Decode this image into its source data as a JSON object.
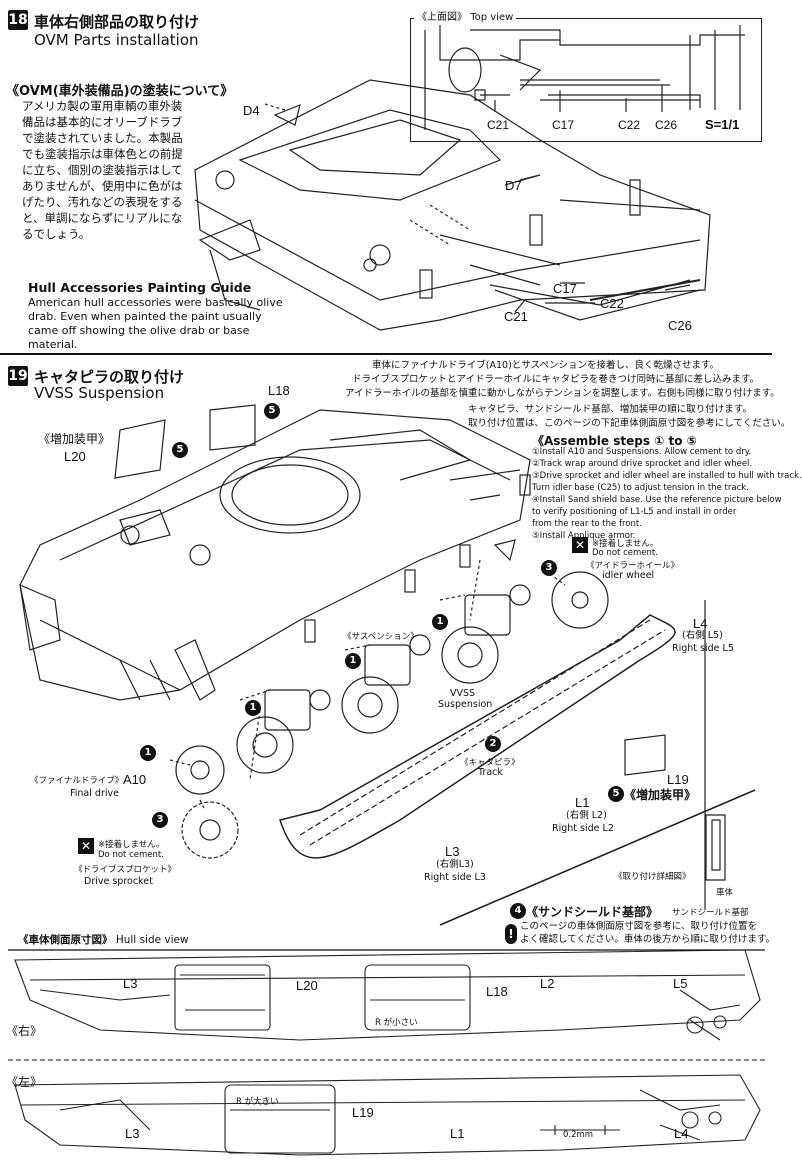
{
  "step18": {
    "number": "18",
    "title_jp": "車体右側部品の取り付け",
    "title_en": "OVM Parts installation",
    "ovm_heading_jp": "《OVM(車外装備品)の塗装について》",
    "ovm_text_jp": "アメリカ製の軍用車輌の車外装備品は基本的にオリーブドラブで塗装されていました。本製品でも塗装指示は車体色との前提に立ち、個別の塗装指示はしてありませんが、使用中に色がはげたり、汚れなどの表現をすると、単調にならずにリアルになるでしょう。",
    "guide_title_en": "Hull Accessories Painting Guide",
    "guide_text_en": "American hull accessories were basically olive drab. Even when painted the paint usually came off showing the olive drab or base material.",
    "topview_label_jp": "《上面図》",
    "topview_label_en": "Top view",
    "topview_parts": [
      "C21",
      "C17",
      "C22",
      "C26"
    ],
    "scale": "S=1/1",
    "part_labels": {
      "d4": "D4",
      "d7": "D7",
      "c17": "C17",
      "c22": "C22",
      "c21": "C21",
      "c26": "C26"
    }
  },
  "step19": {
    "number": "19",
    "title_jp": "キャタピラの取り付け",
    "title_en": "VVSS Suspension",
    "intro_jp": [
      "車体にファイナルドライブ(A10)とサスペンションを接着し、良く乾燥させます。",
      "ドライブスプロケットとアイドラーホイルにキャタピラを巻きつけ同時に基部に差し込みます。",
      "アイドラーホイルの基部を慎重に動かしながらテンションを調整します。右側も同様に取り付けます。"
    ],
    "intro2_jp": [
      "キャタピラ、サンドシールド基部、増加装甲の順に取り付けます。",
      "取り付け位置は、このページの下記車体側面原寸図を参考にしてください。"
    ],
    "assemble_heading": "《Assemble steps ① to ⑤",
    "assemble_steps": [
      "①Install A10 and Suspensions. Allow cement to dry.",
      "②Track wrap around drive sprocket and idler wheel.",
      "③Drive sprocket and idler wheel are installed to hull with track.",
      "   Turn idler base (C25) to adjust tension in the track.",
      "④Install Sand shield base. Use the reference picture below",
      "   to verify positioning of L1-L5 and install in order",
      "   from the rear to the front.",
      "⑤Install Applique armor."
    ],
    "labels": {
      "applique_jp": "《増加装甲》",
      "l20": "L20",
      "l18": "L18",
      "nocement_jp": "※接着しません。",
      "nocement_en": "Do not cement.",
      "idler_jp": "《アイドラーホイール》",
      "idler_en": "idler wheel",
      "l4": "L4",
      "l4_right_jp": "(右側 L5)",
      "l4_right_en": "Right side L5",
      "suspension_jp": "《サスペンション》",
      "vvss": "VVSS",
      "suspension_en": "Suspension",
      "track_jp": "《キャタピラ》",
      "track_en": "Track",
      "final_drive_jp": "《ファイナルドライブ》",
      "a10": "A10",
      "final_drive_en": "Final drive",
      "nocement2_jp": "※接着しません。",
      "nocement2_en": "Do not cement.",
      "sprocket_jp": "《ドライブスプロケット》",
      "sprocket_en": "Drive sprocket",
      "l19": "L19",
      "applique5_jp": "《増加装甲》",
      "l1": "L1",
      "l1_right_jp": "(右側 L2)",
      "l1_right_en": "Right side L2",
      "l3": "L3",
      "l3_right_jp": "(右側L3)",
      "l3_right_en": "Right side L3",
      "detail_jp": "《取り付け詳細図》",
      "hull_jp": "車体",
      "sandbase_jp": "サンドシールド基部",
      "sandshield_heading_jp": "《サンドシールド基部》",
      "sandshield_note_jp": [
        "このページの車体側面原寸図を参考に、取り付け位置を",
        "よく確認してください。車体の後方から順に取り付けます。"
      ]
    },
    "hull_side": {
      "heading_jp": "《車体側面原寸図》",
      "heading_en": "Hull side view",
      "right_label": "《右》",
      "left_label": "《左》",
      "right_labels": [
        "L3",
        "L20",
        "L18",
        "L2",
        "L5"
      ],
      "right_small_note": "R が小さい",
      "left_labels": [
        "L3",
        "L19",
        "L1",
        "L4"
      ],
      "left_small_note": "R が大きい",
      "dim_note": "0.2mm"
    }
  }
}
